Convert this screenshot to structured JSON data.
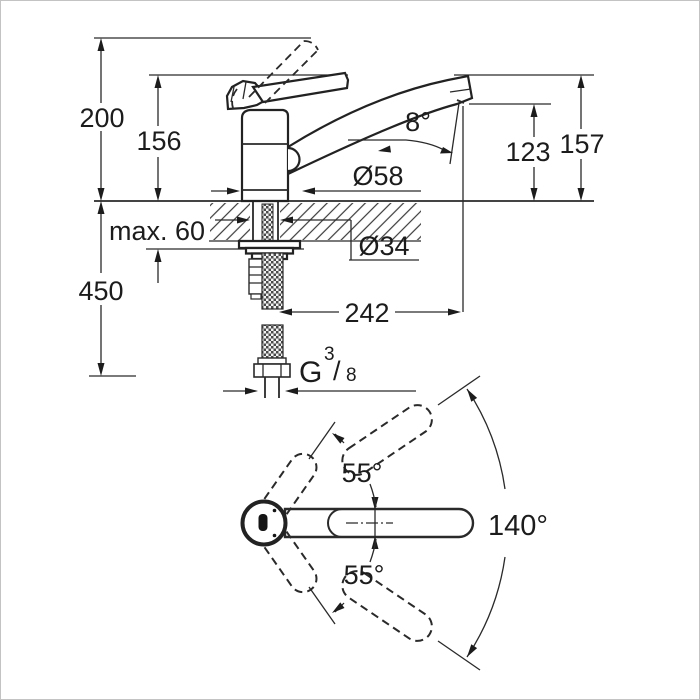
{
  "drawing": {
    "type": "faucet-installation-dimension-drawing",
    "colors": {
      "line": "#2a2a2a",
      "text": "#1c1c1c",
      "background": "#ffffff",
      "frame": "#c3c3c3"
    },
    "side_view": {
      "labels": {
        "height_total": "200",
        "height_lever": "156",
        "max_deck_thickness": "max. 60",
        "hose_length": "450",
        "spout_angle": "8°",
        "outlet_height": "123",
        "spout_height": "157",
        "base_diameter": "Ø58",
        "shank_diameter": "Ø34",
        "spout_reach": "242",
        "thread_prefix": "G",
        "thread_numerator": "3",
        "thread_slash": "/",
        "thread_denominator": "8"
      }
    },
    "plan_view": {
      "labels": {
        "swivel_upper": "55°",
        "swivel_lower": "55°",
        "swivel_total": "140°"
      }
    }
  }
}
